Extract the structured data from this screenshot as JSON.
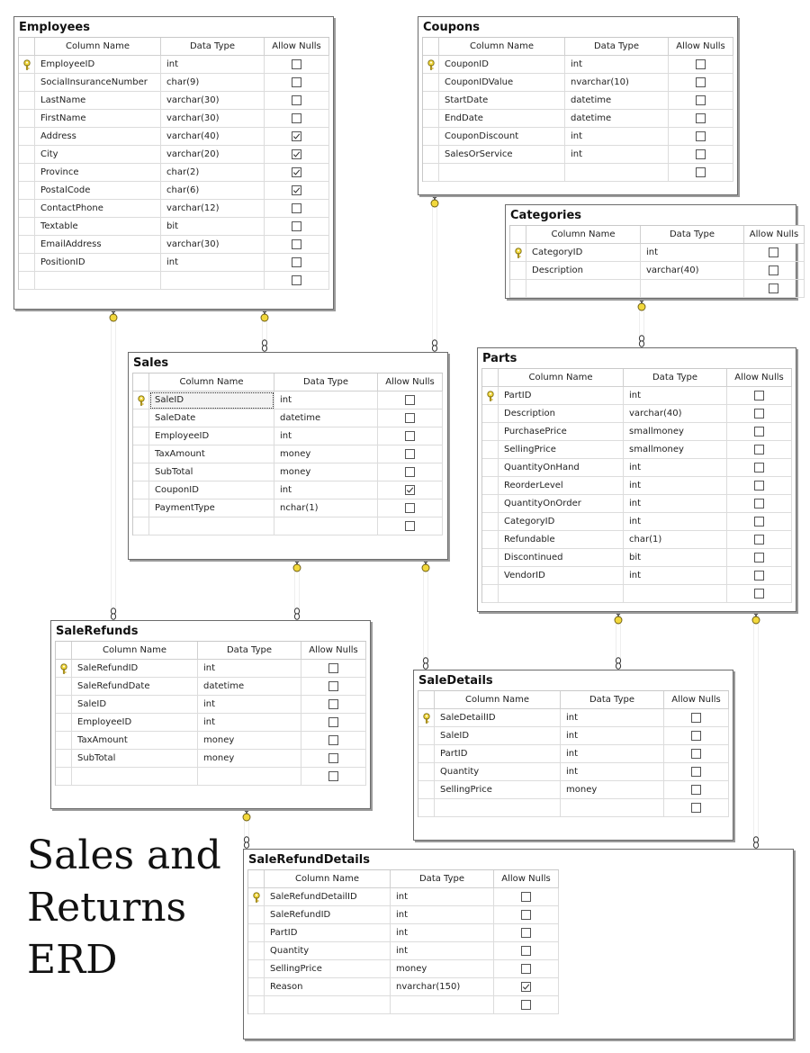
{
  "caption": [
    "Sales and",
    "Returns",
    "ERD"
  ],
  "headers": {
    "name": "Column Name",
    "type": "Data Type",
    "nulls": "Allow Nulls"
  },
  "tables": [
    {
      "id": "employees",
      "title": "Employees",
      "columns": [
        {
          "name": "EmployeeID",
          "type": "int",
          "nullable": false,
          "pk": true
        },
        {
          "name": "SocialInsuranceNumber",
          "type": "char(9)",
          "nullable": false
        },
        {
          "name": "LastName",
          "type": "varchar(30)",
          "nullable": false
        },
        {
          "name": "FirstName",
          "type": "varchar(30)",
          "nullable": false
        },
        {
          "name": "Address",
          "type": "varchar(40)",
          "nullable": true
        },
        {
          "name": "City",
          "type": "varchar(20)",
          "nullable": true
        },
        {
          "name": "Province",
          "type": "char(2)",
          "nullable": true
        },
        {
          "name": "PostalCode",
          "type": "char(6)",
          "nullable": true
        },
        {
          "name": "ContactPhone",
          "type": "varchar(12)",
          "nullable": false
        },
        {
          "name": "Textable",
          "type": "bit",
          "nullable": false
        },
        {
          "name": "EmailAddress",
          "type": "varchar(30)",
          "nullable": false
        },
        {
          "name": "PositionID",
          "type": "int",
          "nullable": false
        }
      ]
    },
    {
      "id": "coupons",
      "title": "Coupons",
      "columns": [
        {
          "name": "CouponID",
          "type": "int",
          "nullable": false,
          "pk": true
        },
        {
          "name": "CouponIDValue",
          "type": "nvarchar(10)",
          "nullable": false
        },
        {
          "name": "StartDate",
          "type": "datetime",
          "nullable": false
        },
        {
          "name": "EndDate",
          "type": "datetime",
          "nullable": false
        },
        {
          "name": "CouponDiscount",
          "type": "int",
          "nullable": false
        },
        {
          "name": "SalesOrService",
          "type": "int",
          "nullable": false
        }
      ]
    },
    {
      "id": "categories",
      "title": "Categories",
      "columns": [
        {
          "name": "CategoryID",
          "type": "int",
          "nullable": false,
          "pk": true
        },
        {
          "name": "Description",
          "type": "varchar(40)",
          "nullable": false
        }
      ]
    },
    {
      "id": "sales",
      "title": "Sales",
      "columns": [
        {
          "name": "SaleID",
          "type": "int",
          "nullable": false,
          "pk": true,
          "selected": true
        },
        {
          "name": "SaleDate",
          "type": "datetime",
          "nullable": false
        },
        {
          "name": "EmployeeID",
          "type": "int",
          "nullable": false
        },
        {
          "name": "TaxAmount",
          "type": "money",
          "nullable": false
        },
        {
          "name": "SubTotal",
          "type": "money",
          "nullable": false
        },
        {
          "name": "CouponID",
          "type": "int",
          "nullable": true
        },
        {
          "name": "PaymentType",
          "type": "nchar(1)",
          "nullable": false
        }
      ]
    },
    {
      "id": "parts",
      "title": "Parts",
      "columns": [
        {
          "name": "PartID",
          "type": "int",
          "nullable": false,
          "pk": true
        },
        {
          "name": "Description",
          "type": "varchar(40)",
          "nullable": false
        },
        {
          "name": "PurchasePrice",
          "type": "smallmoney",
          "nullable": false
        },
        {
          "name": "SellingPrice",
          "type": "smallmoney",
          "nullable": false
        },
        {
          "name": "QuantityOnHand",
          "type": "int",
          "nullable": false
        },
        {
          "name": "ReorderLevel",
          "type": "int",
          "nullable": false
        },
        {
          "name": "QuantityOnOrder",
          "type": "int",
          "nullable": false
        },
        {
          "name": "CategoryID",
          "type": "int",
          "nullable": false
        },
        {
          "name": "Refundable",
          "type": "char(1)",
          "nullable": false
        },
        {
          "name": "Discontinued",
          "type": "bit",
          "nullable": false
        },
        {
          "name": "VendorID",
          "type": "int",
          "nullable": false
        }
      ]
    },
    {
      "id": "salerefunds",
      "title": "SaleRefunds",
      "columns": [
        {
          "name": "SaleRefundID",
          "type": "int",
          "nullable": false,
          "pk": true
        },
        {
          "name": "SaleRefundDate",
          "type": "datetime",
          "nullable": false
        },
        {
          "name": "SaleID",
          "type": "int",
          "nullable": false
        },
        {
          "name": "EmployeeID",
          "type": "int",
          "nullable": false
        },
        {
          "name": "TaxAmount",
          "type": "money",
          "nullable": false
        },
        {
          "name": "SubTotal",
          "type": "money",
          "nullable": false
        }
      ]
    },
    {
      "id": "saledetails",
      "title": "SaleDetails",
      "columns": [
        {
          "name": "SaleDetailID",
          "type": "int",
          "nullable": false,
          "pk": true
        },
        {
          "name": "SaleID",
          "type": "int",
          "nullable": false
        },
        {
          "name": "PartID",
          "type": "int",
          "nullable": false
        },
        {
          "name": "Quantity",
          "type": "int",
          "nullable": false
        },
        {
          "name": "SellingPrice",
          "type": "money",
          "nullable": false
        }
      ]
    },
    {
      "id": "salerefunddetails",
      "title": "SaleRefundDetails",
      "columns": [
        {
          "name": "SaleRefundDetailID",
          "type": "int",
          "nullable": false,
          "pk": true
        },
        {
          "name": "SaleRefundID",
          "type": "int",
          "nullable": false
        },
        {
          "name": "PartID",
          "type": "int",
          "nullable": false
        },
        {
          "name": "Quantity",
          "type": "int",
          "nullable": false
        },
        {
          "name": "SellingPrice",
          "type": "money",
          "nullable": false
        },
        {
          "name": "Reason",
          "type": "nvarchar(150)",
          "nullable": true
        }
      ]
    }
  ],
  "relationships": [
    {
      "from": "employees",
      "to": "salerefunds"
    },
    {
      "from": "employees",
      "to": "sales"
    },
    {
      "from": "coupons",
      "to": "sales"
    },
    {
      "from": "categories",
      "to": "parts"
    },
    {
      "from": "sales",
      "to": "salerefunds"
    },
    {
      "from": "sales",
      "to": "saledetails"
    },
    {
      "from": "parts",
      "to": "saledetails"
    },
    {
      "from": "parts",
      "to": "salerefunddetails"
    },
    {
      "from": "salerefunds",
      "to": "salerefunddetails"
    }
  ]
}
